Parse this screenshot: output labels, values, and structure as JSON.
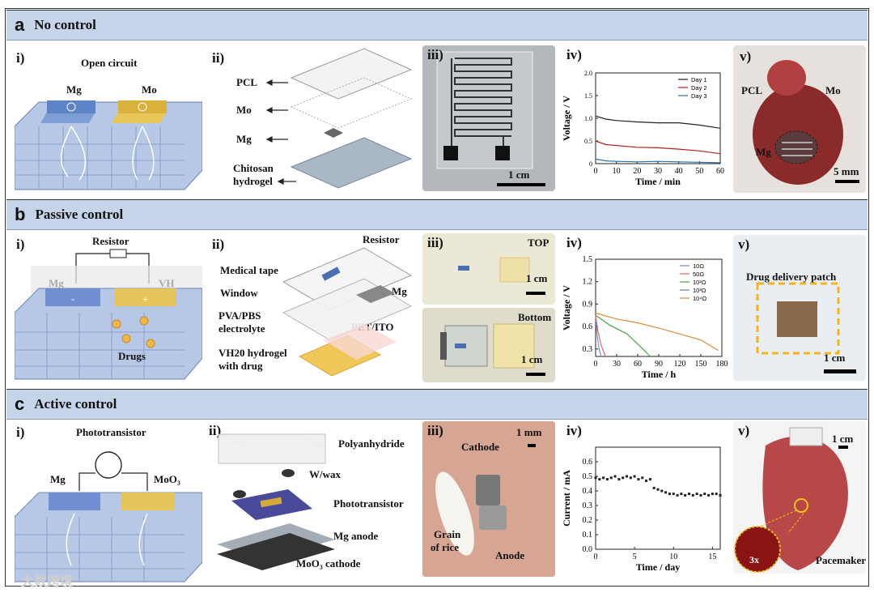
{
  "panel_a": {
    "letter": "a",
    "title": "No control",
    "i": {
      "label": "i)",
      "title": "Open circuit",
      "left": "Mg",
      "right": "Mo"
    },
    "ii": {
      "label": "ii)",
      "layers": [
        "PCL",
        "Mo",
        "Mg",
        "Chitosan",
        "hydrogel"
      ]
    },
    "iii": {
      "label": "iii)",
      "scale": "1 cm"
    },
    "iv": {
      "label": "iv)"
    },
    "v": {
      "label": "v)",
      "pcl": "PCL",
      "mo": "Mo",
      "mg": "Mg",
      "scale": "5 mm"
    }
  },
  "panel_b": {
    "letter": "b",
    "title": "Passive control",
    "i": {
      "label": "i)",
      "resistor": "Resistor",
      "left": "Mg",
      "right": "VH",
      "drugs": "Drugs"
    },
    "ii": {
      "label": "ii)",
      "resistor": "Resistor",
      "layers_left": [
        "Medical tape",
        "Window",
        "PVA/PBS",
        "electrolyte",
        "VH20 hydrogel",
        "with drug"
      ],
      "layers_right": [
        "Mg",
        "PET/ITO"
      ]
    },
    "iii": {
      "label": "iii)",
      "top": "TOP",
      "bottom": "Bottom",
      "scale_top": "1 cm",
      "scale_bottom": "1 cm"
    },
    "iv": {
      "label": "iv)"
    },
    "v": {
      "label": "v)",
      "caption": "Drug delivery patch",
      "scale": "1 cm"
    }
  },
  "panel_c": {
    "letter": "c",
    "title": "Active control",
    "i": {
      "label": "i)",
      "title": "Phototransistor",
      "left": "Mg",
      "right": "MoO₃"
    },
    "ii": {
      "label": "ii)",
      "layers": [
        "Polyanhydride",
        "W/wax",
        "Phototransistor",
        "Mg anode",
        "MoO₃ cathode"
      ]
    },
    "iii": {
      "label": "iii)",
      "scale": "1 mm",
      "cathode": "Cathode",
      "anode": "Anode",
      "grain1": "Grain",
      "grain2": "of rice"
    },
    "iv": {
      "label": "iv)"
    },
    "v": {
      "label": "v)",
      "scale": "1 cm",
      "zoom": "3x",
      "pacemaker": "Pacemaker"
    }
  },
  "watermark": "大数跨境",
  "chart_data": [
    {
      "type": "line",
      "xlabel": "Time / min",
      "ylabel": "Voltage / V",
      "xlim": [
        0,
        60
      ],
      "ylim": [
        0,
        2.0
      ],
      "xticks": [
        "0",
        "10",
        "20",
        "30",
        "40",
        "50",
        "60"
      ],
      "yticks": [
        "0",
        "0.5",
        "1.0",
        "1.5",
        "2.0"
      ],
      "legend_position": "top-right",
      "series": [
        {
          "name": "Day 1",
          "color": "#222222",
          "x": [
            0,
            5,
            10,
            20,
            30,
            40,
            50,
            60
          ],
          "values": [
            1.05,
            0.98,
            0.95,
            0.92,
            0.9,
            0.9,
            0.85,
            0.78
          ]
        },
        {
          "name": "Day 2",
          "color": "#b22222",
          "x": [
            0,
            5,
            10,
            20,
            30,
            40,
            50,
            60
          ],
          "values": [
            0.5,
            0.42,
            0.4,
            0.36,
            0.35,
            0.32,
            0.28,
            0.22
          ]
        },
        {
          "name": "Day 3",
          "color": "#2a6fa8",
          "x": [
            0,
            5,
            10,
            20,
            30,
            40,
            50,
            60
          ],
          "values": [
            0.1,
            0.06,
            0.05,
            0.04,
            0.05,
            0.04,
            0.03,
            0.02
          ]
        }
      ]
    },
    {
      "type": "line",
      "xlabel": "Time / h",
      "ylabel": "Voltage / V",
      "xlim": [
        0,
        180
      ],
      "ylim": [
        0.2,
        1.5
      ],
      "xticks": [
        "0",
        "30",
        "60",
        "90",
        "120",
        "150",
        "180"
      ],
      "yticks": [
        "0.3",
        "0.6",
        "0.9",
        "1.2",
        "1.5"
      ],
      "legend_position": "top-right",
      "series": [
        {
          "name": "10Ω",
          "color": "#6a8fd8",
          "x": [
            0,
            2,
            5,
            8
          ],
          "values": [
            0.75,
            0.5,
            0.3,
            0.2
          ]
        },
        {
          "name": "50Ω",
          "color": "#d86a6a",
          "x": [
            0,
            3,
            8,
            14
          ],
          "values": [
            0.75,
            0.55,
            0.35,
            0.2
          ]
        },
        {
          "name": "10²Ω",
          "color": "#4aa24a",
          "x": [
            0,
            20,
            45,
            62,
            78
          ],
          "values": [
            0.75,
            0.62,
            0.5,
            0.35,
            0.2
          ]
        },
        {
          "name": "10³Ω",
          "color": "#7a7a7a",
          "x": [],
          "values": []
        },
        {
          "name": "10⁴Ω",
          "color": "#e08a3a",
          "x": [
            0,
            30,
            60,
            90,
            120,
            150,
            175
          ],
          "values": [
            0.78,
            0.7,
            0.65,
            0.58,
            0.5,
            0.42,
            0.28
          ]
        }
      ]
    },
    {
      "type": "scatter",
      "xlabel": "Time / day",
      "ylabel": "Current / mA",
      "xlim": [
        0,
        16
      ],
      "ylim": [
        0,
        0.7
      ],
      "xticks": [
        "0",
        "5",
        "10",
        "15"
      ],
      "yticks": [
        "0.0",
        "0.1",
        "0.2",
        "0.3",
        "0.4",
        "0.5",
        "0.6"
      ],
      "series": [
        {
          "name": "",
          "color": "#222222",
          "x": [
            0,
            0.5,
            1,
            1.5,
            2,
            2.5,
            3,
            3.5,
            4,
            4.5,
            5,
            5.5,
            6,
            6.5,
            7,
            7.5,
            8,
            8.5,
            9,
            9.5,
            10,
            10.5,
            11,
            11.5,
            12,
            12.5,
            13,
            13.5,
            14,
            14.5,
            15,
            15.5,
            16
          ],
          "values": [
            0.49,
            0.48,
            0.49,
            0.48,
            0.49,
            0.5,
            0.48,
            0.49,
            0.5,
            0.49,
            0.5,
            0.48,
            0.49,
            0.47,
            0.48,
            0.42,
            0.41,
            0.4,
            0.39,
            0.38,
            0.38,
            0.37,
            0.38,
            0.37,
            0.38,
            0.37,
            0.38,
            0.37,
            0.38,
            0.37,
            0.38,
            0.38,
            0.37
          ]
        }
      ]
    }
  ]
}
